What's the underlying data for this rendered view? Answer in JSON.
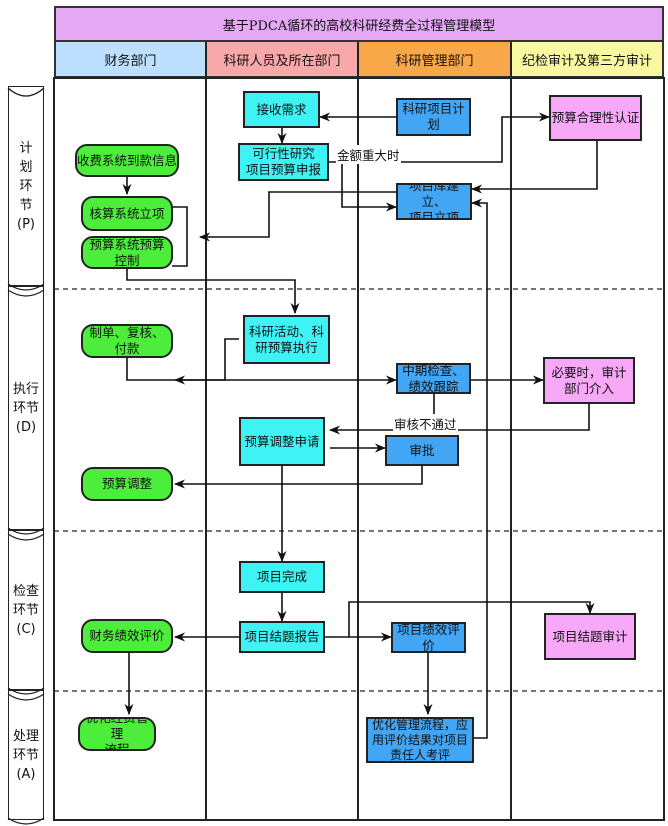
{
  "title": "基于PDCA循环的高校科研经费全过程管理模型",
  "lanes": [
    {
      "label": "财务部门",
      "color": "#bde0ff"
    },
    {
      "label": "科研人员及所在部门",
      "color": "#f8a8a8"
    },
    {
      "label": "科研管理部门",
      "color": "#f8a848"
    },
    {
      "label": "纪检审计及第三方审计",
      "color": "#f8f8a0"
    }
  ],
  "phases": [
    {
      "label": "计\n划\n环\n节\n(P)"
    },
    {
      "label": "执行\n环节\n(D)"
    },
    {
      "label": "检查\n环节\n(C)"
    },
    {
      "label": "处理\n环节\n(A)"
    }
  ],
  "nodes": {
    "receive_demand": "接收需求",
    "research_plan": "科研项目计划",
    "budget_reasonableness": "预算合理性认证",
    "fee_system_info": "收费系统到款信息",
    "feasibility_budget": "可行性研究\n项目预算申报",
    "accounting_setup": "核算系统立项",
    "project_library": "项目库建立、\n项目立项",
    "budget_control": "预算系统预算\n控制",
    "research_execution": "科研活动、科\n研预算执行",
    "billing_payment": "制单、复核、\n付款",
    "midterm_check": "中期检查、\n绩效跟踪",
    "audit_intervene": "必要时，审计\n部门介入",
    "budget_adjust_apply": "预算调整申请",
    "approval": "审批",
    "budget_adjust": "预算调整",
    "project_complete": "项目完成",
    "financial_eval": "财务绩效评价",
    "closing_report": "项目结题报告",
    "performance_eval": "项目绩效评价",
    "closing_audit": "项目结题审计",
    "optimize_funding": "优化经费管理\n流程",
    "optimize_process": "优化管理流程，应\n用评价结果对项目\n责任人考评"
  },
  "edge_labels": {
    "large_amount": "金额重大时",
    "review_fail": "审核不通过"
  }
}
